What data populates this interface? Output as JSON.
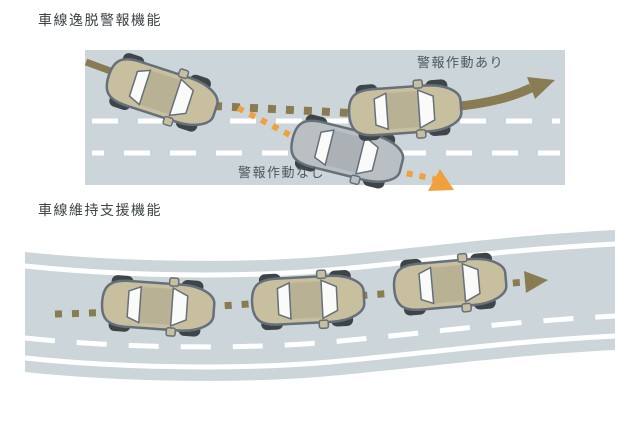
{
  "titles": {
    "top": "車線逸脱警報機能",
    "bottom": "車線維持支援機能"
  },
  "labels": {
    "warning_on": "警報作動あり",
    "warning_off": "警報作動なし"
  },
  "colors": {
    "road": "#ccd6da",
    "lane_marking": "#ffffff",
    "car_body_beige": "#c8bf9f",
    "car_body_gray": "#b9bfc3",
    "car_outline": "#65707a",
    "trajectory_brown": "#8a7c52",
    "warning_orange": "#f0a13e",
    "title_text": "#3c4347",
    "road_label_text": "#4c565c"
  }
}
